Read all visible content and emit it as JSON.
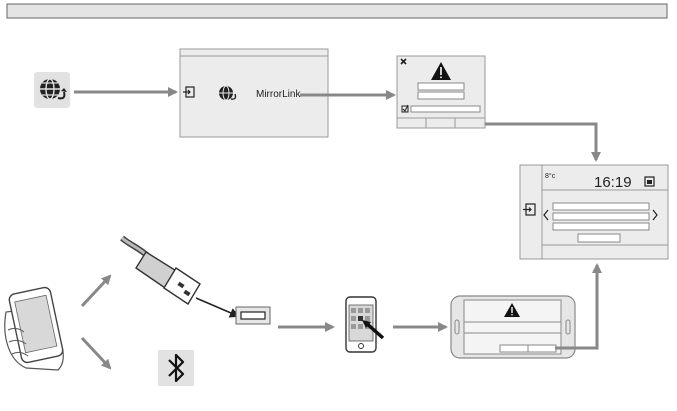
{
  "header_bar": {
    "text": ""
  },
  "screens": {
    "connect_menu": {
      "brand_label": "MirrorLink"
    },
    "main_display": {
      "temperature": "8°c",
      "time": "16:19"
    }
  },
  "icons": {
    "globe_app": "globe-icon",
    "warning": "warning-icon",
    "close": "close-icon",
    "bluetooth": "bluetooth-icon",
    "usb": "usb-plug-icon"
  },
  "colors": {
    "arrow": "#888888",
    "panel_fill": "#ececec",
    "panel_stroke": "#9a9a9a",
    "header_fill": "#e4e4e4"
  }
}
